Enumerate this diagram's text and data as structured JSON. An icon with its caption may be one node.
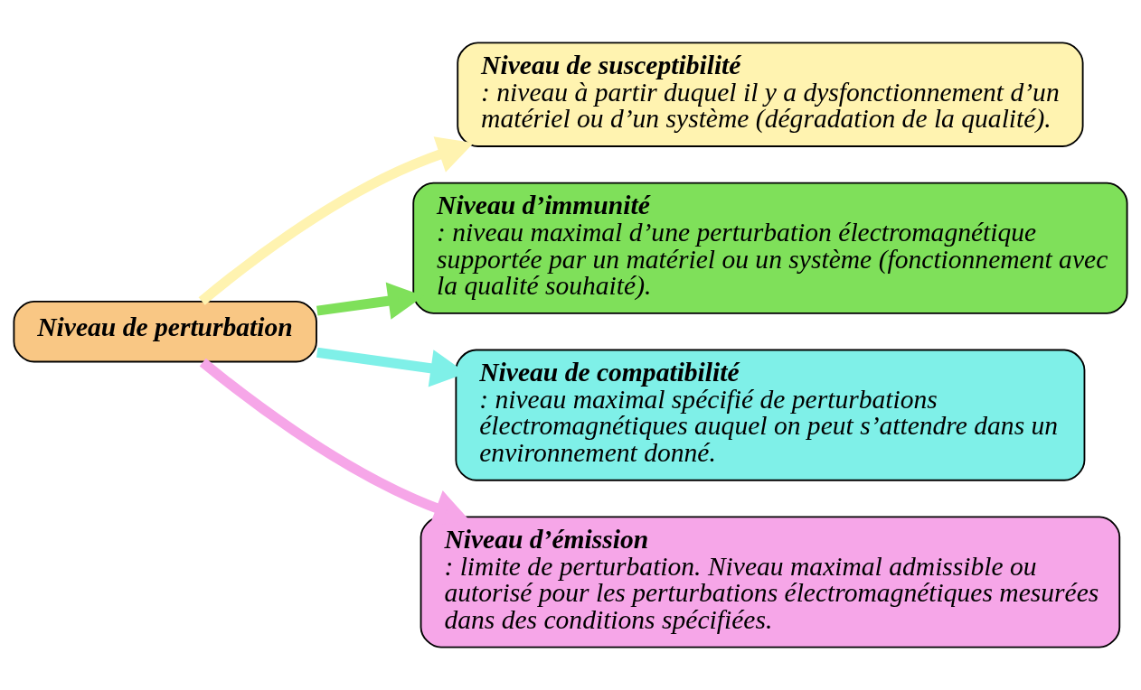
{
  "diagram": {
    "nodes": [
      {
        "text": [
          "Niveau de perturbation"
        ]
      },
      {
        "text": [
          "Niveau de susceptibilité",
          ": niveau à partir duquel il y a dysfonctionnement d’un matériel ou d’un système (dégradation de la qualité)."
        ]
      },
      {
        "text": [
          "Niveau d’immunité",
          ": niveau maximal d’une perturbation électromagnétique supportée par un matériel ou un système (fonctionnement avec la qualité souhaité)."
        ]
      },
      {
        "text": [
          "Niveau de compatibilité",
          ": niveau maximal spécifié de perturbations électromagnétiques auquel on peut s’attendre dans un environnement donné."
        ]
      },
      {
        "text": [
          "Niveau d’émission",
          ": limite de perturbation. Niveau maximal admissible ou autorisé pour les perturbations électromagnétiques mesurées dans des conditions spécifiées."
        ]
      }
    ],
    "edges": [
      {
        "from": 0,
        "to": 1,
        "arrow": "to",
        "color": "#fff3b0"
      },
      {
        "from": 0,
        "to": 2,
        "arrow": "to",
        "color": "#7fe05a"
      },
      {
        "from": 0,
        "to": 3,
        "arrow": "to",
        "color": "#7ff0e8"
      },
      {
        "from": 0,
        "to": 4,
        "arrow": "to",
        "color": "#f6a6e8"
      }
    ]
  }
}
